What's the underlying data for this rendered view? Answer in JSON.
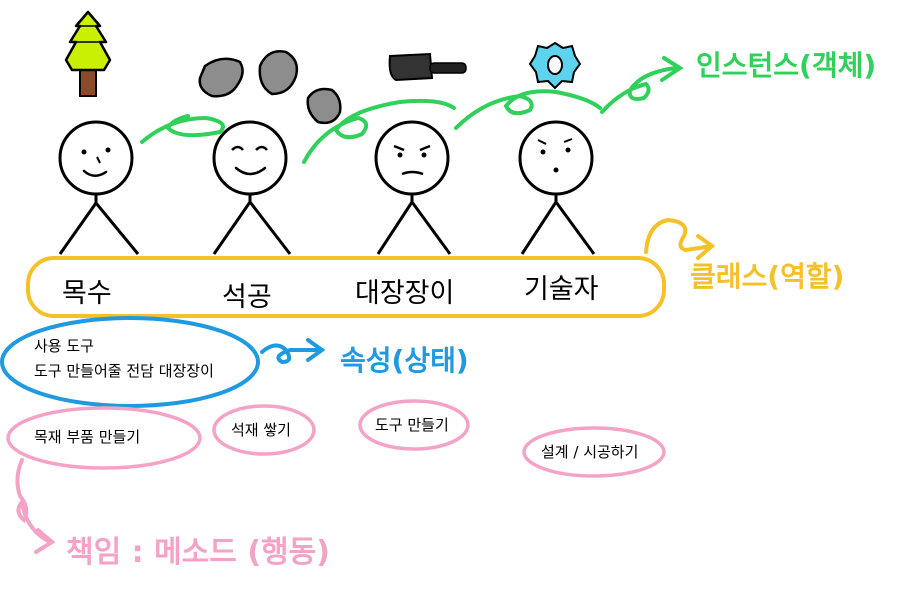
{
  "colors": {
    "class": "#f5c028",
    "attribute": "#1f9ae0",
    "method": "#f4a3c7",
    "instance": "#2fd15a",
    "outline": "#000000",
    "tree_leaf": "#c8f000",
    "tree_trunk": "#8b4a2b",
    "stone": "#8d8d8d",
    "gear": "#5dd3ee"
  },
  "icons": [
    "tree-icon",
    "stone-icon",
    "stone-icon",
    "stone-icon",
    "hammer-icon",
    "gear-icon"
  ],
  "roles": [
    "목수",
    "석공",
    "대장장이",
    "기술자"
  ],
  "attributes": [
    "사용 도구",
    "도구 만들어줄 전담 대장장이"
  ],
  "methods": [
    "목재 부품 만들기",
    "석재 쌓기",
    "도구 만들기",
    "설계 / 시공하기"
  ],
  "labels": {
    "instance": "인스턴스(객체)",
    "class": "클래스(역할)",
    "attribute": "속성(상태)",
    "method": "책임 : 메소드 (행동)"
  }
}
